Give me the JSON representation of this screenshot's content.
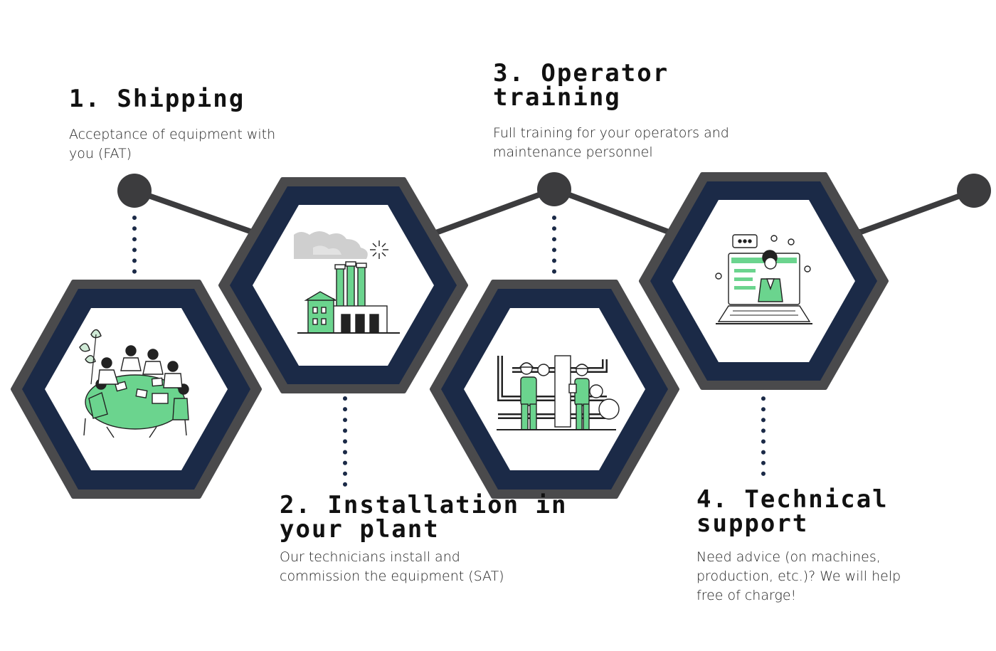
{
  "colors": {
    "hex_outer": "#4a4a4c",
    "hex_inner": "#1b2a47",
    "hex_panel": "#ffffff",
    "connector": "#3c3c3e",
    "dots": "#1b2a47",
    "accent_green": "#6bd48e",
    "ink": "#111111"
  },
  "steps": [
    {
      "title_lines": [
        "1. Shipping"
      ],
      "desc_lines": [
        "Acceptance of equipment with",
        "you (FAT)"
      ],
      "icon": "team-meeting-icon"
    },
    {
      "title_lines": [
        "2. Installation in",
        "your plant"
      ],
      "desc_lines": [
        "Our technicians install and",
        "commission the equipment (SAT)"
      ],
      "icon": "factory-icon"
    },
    {
      "title_lines": [
        "3. Operator",
        "training"
      ],
      "desc_lines": [
        "Full training for your operators and",
        "maintenance personnel"
      ],
      "icon": "engineers-icon"
    },
    {
      "title_lines": [
        "4. Technical",
        "support"
      ],
      "desc_lines": [
        "Need advice (on machines,",
        "production, etc.)? We will help",
        "free of charge!"
      ],
      "icon": "laptop-support-icon"
    }
  ]
}
